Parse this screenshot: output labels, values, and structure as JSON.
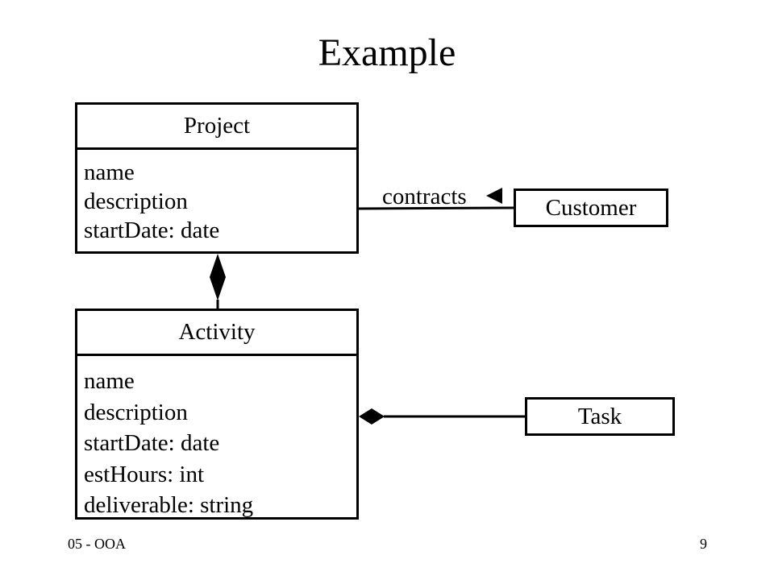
{
  "slide": {
    "title": "Example",
    "footer_left": "05 - OOA",
    "page_number": "9"
  },
  "classes": {
    "project": {
      "name": "Project",
      "attributes": [
        "name",
        "description",
        "startDate: date"
      ]
    },
    "activity": {
      "name": "Activity",
      "attributes": [
        "name",
        "description",
        "startDate: date",
        "estHours: int",
        "deliverable: string"
      ]
    },
    "customer": {
      "name": "Customer"
    },
    "task": {
      "name": "Task"
    }
  },
  "relationships": {
    "project_customer_label": "contracts"
  }
}
